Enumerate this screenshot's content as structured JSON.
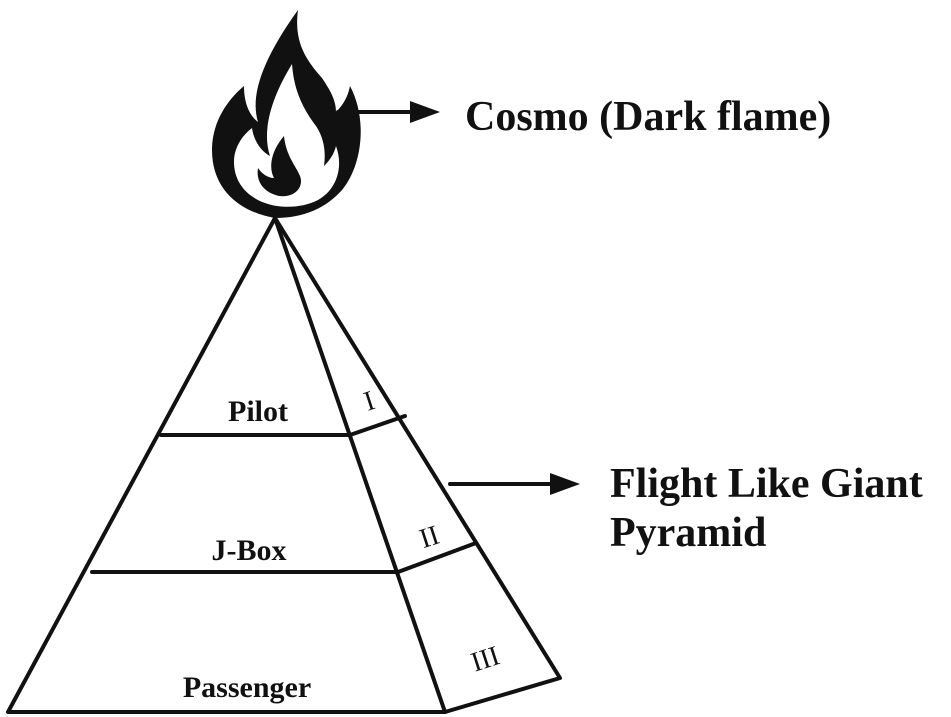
{
  "flame_label": "Cosmo (Dark flame)",
  "pyramid_label_line1": "Flight Like Giant",
  "pyramid_label_line2": "Pyramid",
  "tiers": {
    "top": "Pilot",
    "middle": "J-Box",
    "bottom": "Passenger"
  },
  "side_numerals": [
    "I",
    "II",
    "III"
  ],
  "colors": {
    "ink": "#111111",
    "background": "#ffffff"
  }
}
